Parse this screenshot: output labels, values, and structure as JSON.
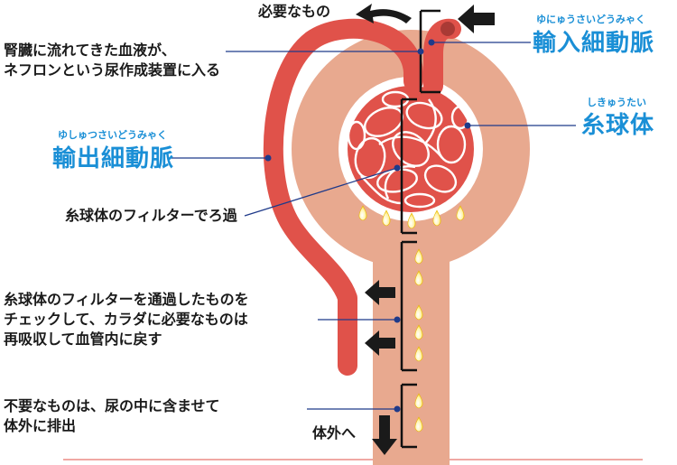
{
  "labels": {
    "top_arrow": "必要なもの",
    "inflow_line1": "腎臓に流れてきた血液が、",
    "inflow_line2": "ネフロンという尿作成装置に入る",
    "filter": "糸球体のフィルターでろ過",
    "reabsorb_line1": "糸球体のフィルターを通過したものを",
    "reabsorb_line2": "チェックして、カラダに必要なものは",
    "reabsorb_line3": "再吸収して血管内に戻す",
    "excrete_line1": "不要なものは、尿の中に含ませて",
    "excrete_line2": "体外に排出",
    "outflow": "体外へ"
  },
  "terms": {
    "afferent": {
      "ruby": "ゆにゅうさいどうみゃく",
      "name": "輸入細動脈"
    },
    "glomerulus": {
      "ruby": "しきゅうたい",
      "name": "糸球体"
    },
    "efferent": {
      "ruby": "ゆしゅつさいどうみゃく",
      "name": "輸出細動脈"
    }
  },
  "colors": {
    "vessel": "#e0524a",
    "tubule": "#e8a98f",
    "accent_text": "#1a8fd6",
    "leader_line": "#1f3a8a",
    "droplet": "#f5c400",
    "arrow": "#1a1a1a"
  }
}
